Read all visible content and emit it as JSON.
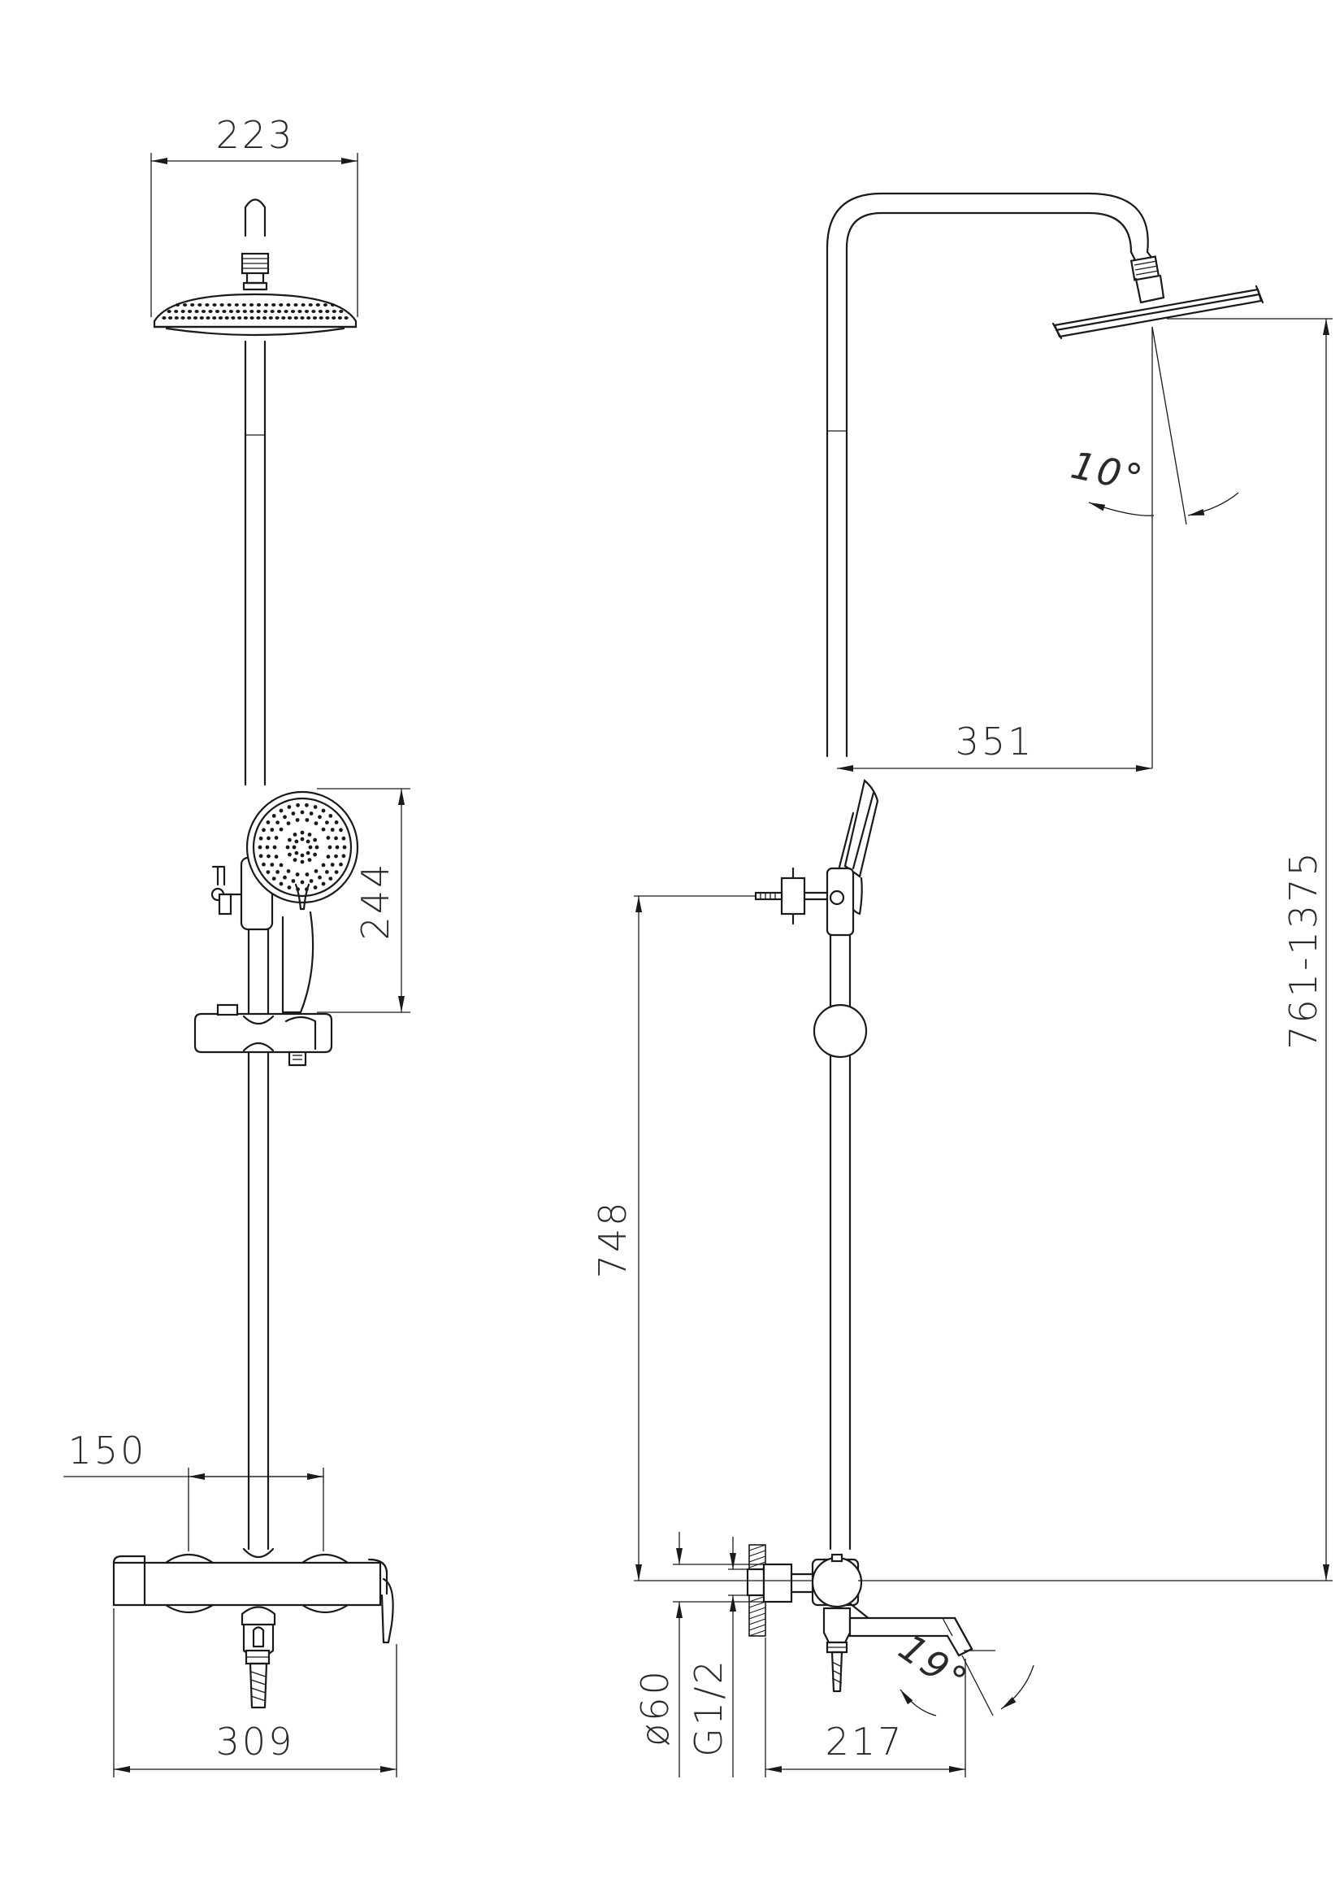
{
  "front_view": {
    "dim_head_width": "223",
    "dim_hand_shower": "244",
    "dim_inlet_spacing": "150",
    "dim_mixer_width": "309"
  },
  "side_view": {
    "dim_head_projection": "351",
    "dim_height_range": "761-1375",
    "dim_mixer_height": "748",
    "dim_tilt_angle": "10°",
    "dim_spout_angle": "19°",
    "dim_flange": "ø60",
    "dim_thread": "G1/2",
    "dim_spout_length": "217"
  }
}
